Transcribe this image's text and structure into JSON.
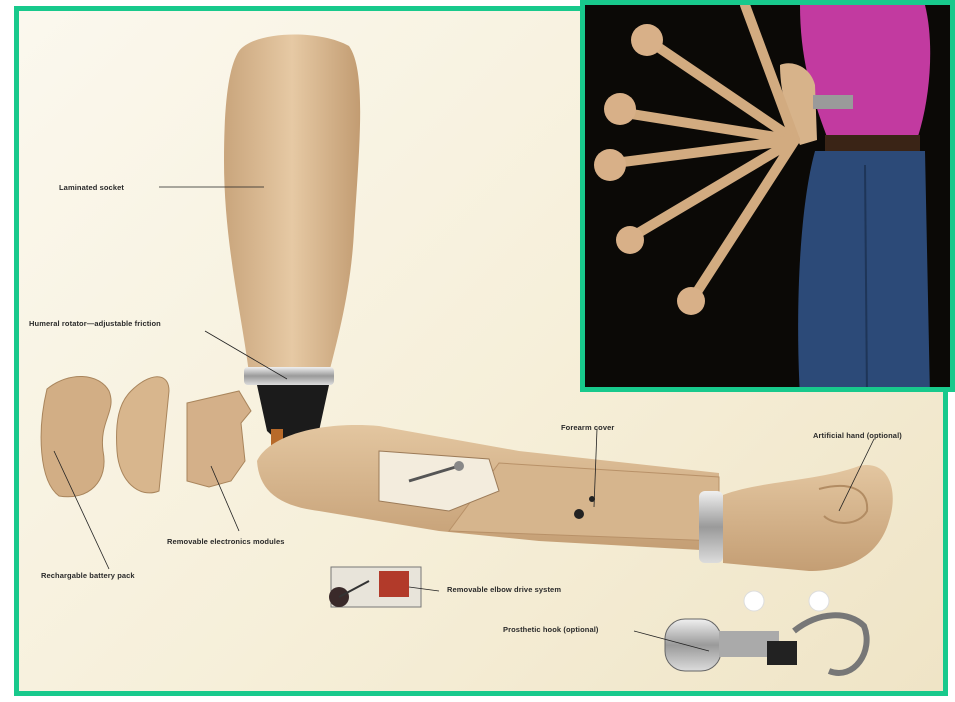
{
  "figure": {
    "labels": {
      "laminated_socket": "Laminated socket",
      "humeral_rotator": "Humeral rotator—adjustable friction",
      "forearm_cover": "Forearm cover",
      "artificial_hand": "Artificial hand (optional)",
      "removable_electronics": "Removable electronics modules",
      "battery_pack": "Rechargable battery pack",
      "elbow_drive": "Removable elbow drive system",
      "prosthetic_hook": "Prosthetic hook (optional)"
    }
  },
  "colors": {
    "frame_border": "#18c98c",
    "prosthetic_skin": "#d9b894",
    "inset_background": "#0b0906"
  }
}
